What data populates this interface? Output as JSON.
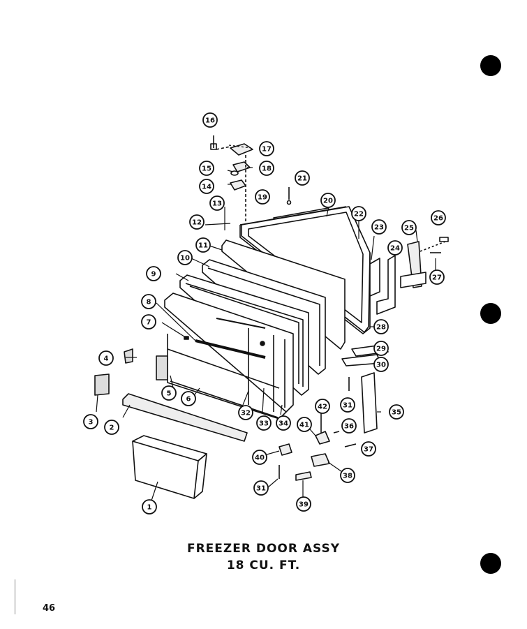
{
  "title": {
    "line1": "FREEZER DOOR ASSY",
    "line2": "18 CU. FT."
  },
  "page_number": "46",
  "callouts": [
    "16",
    "17",
    "18",
    "15",
    "14",
    "21",
    "20",
    "19",
    "13",
    "12",
    "22",
    "11",
    "23",
    "25",
    "26",
    "10",
    "24",
    "27",
    "9",
    "8",
    "28",
    "7",
    "29",
    "4",
    "30",
    "5",
    "6",
    "31",
    "35",
    "3",
    "32",
    "33",
    "34",
    "42",
    "2",
    "41",
    "36",
    "37",
    "40",
    "38",
    "1",
    "31",
    "39"
  ]
}
